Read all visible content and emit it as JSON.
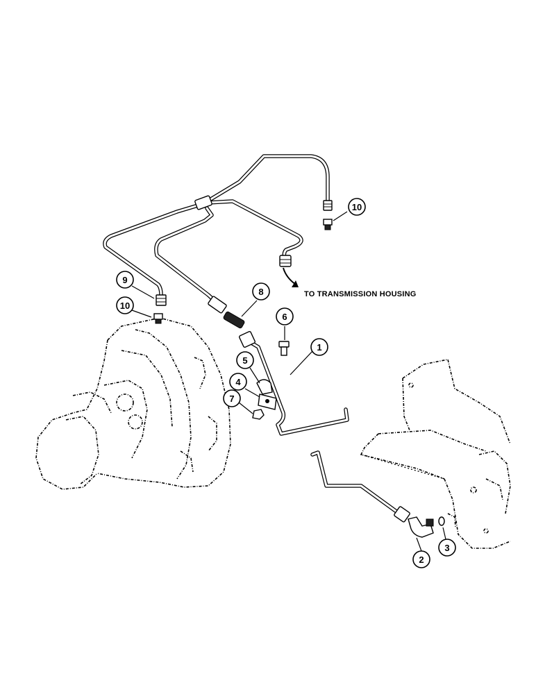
{
  "note": {
    "text": "TO TRANSMISSION HOUSING"
  },
  "callouts": [
    {
      "id": "c1",
      "label": "1"
    },
    {
      "id": "c2",
      "label": "2"
    },
    {
      "id": "c3",
      "label": "3"
    },
    {
      "id": "c4",
      "label": "4"
    },
    {
      "id": "c5",
      "label": "5"
    },
    {
      "id": "c6",
      "label": "6"
    },
    {
      "id": "c7",
      "label": "7"
    },
    {
      "id": "c8",
      "label": "8"
    },
    {
      "id": "c9",
      "label": "9"
    },
    {
      "id": "c10a",
      "label": "10"
    },
    {
      "id": "c10b",
      "label": "10"
    }
  ]
}
